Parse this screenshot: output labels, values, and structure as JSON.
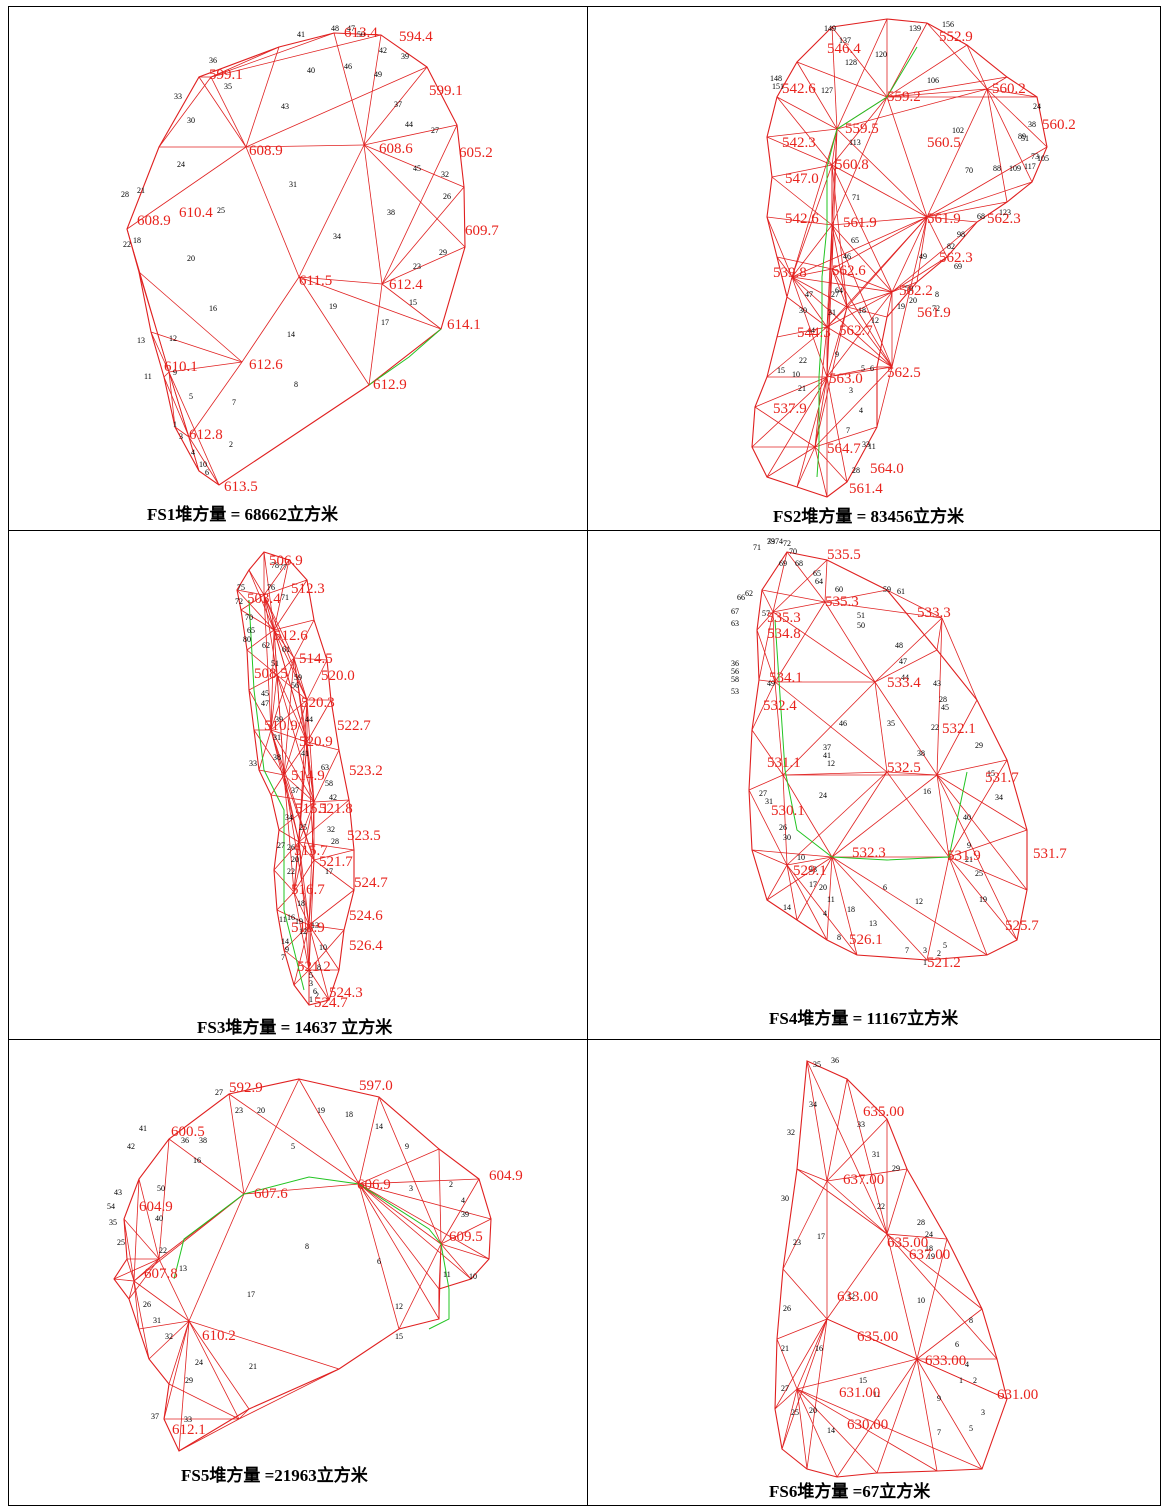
{
  "colors": {
    "triangulation": "#e02020",
    "contour": "#22c422",
    "elevation_text": "#e8231d",
    "label_text": "#000000"
  },
  "panels": [
    {
      "id": "FS1",
      "caption": "FS1堆方量 = 68662立方米",
      "elevations": [
        "613.4",
        "594.4",
        "599.1",
        "599.1",
        "608.9",
        "608.6",
        "605.2",
        "610.4",
        "608.9",
        "609.7",
        "611.5",
        "612.4",
        "614.1",
        "610.1",
        "612.6",
        "612.9",
        "612.8",
        "613.5"
      ],
      "labels": [
        "41",
        "48",
        "47",
        "50",
        "42",
        "36",
        "35",
        "40",
        "46",
        "49",
        "39",
        "33",
        "30",
        "43",
        "37",
        "44",
        "27",
        "24",
        "31",
        "45",
        "32",
        "28",
        "21",
        "25",
        "38",
        "26",
        "22",
        "18",
        "20",
        "34",
        "29",
        "23",
        "15",
        "16",
        "19",
        "17",
        "13",
        "12",
        "14",
        "11",
        "9",
        "8",
        "5",
        "7",
        "1",
        "3",
        "2",
        "4",
        "10",
        "6"
      ]
    },
    {
      "id": "FS2",
      "caption": "FS2堆方量 = 83456立方米",
      "elevations": [
        "552.9",
        "546.4",
        "559.2",
        "560.2",
        "542.6",
        "559.5",
        "560.5",
        "542.3",
        "560.2",
        "560.8",
        "547.0",
        "561.9",
        "562.3",
        "542.6",
        "561.9",
        "562.3",
        "562.6",
        "539.8",
        "562.2",
        "561.9",
        "562.7",
        "544.3",
        "562.5",
        "563.0",
        "537.9",
        "564.7",
        "564.0",
        "561.4"
      ],
      "labels": [
        "139",
        "156",
        "149",
        "137",
        "120",
        "106",
        "128",
        "148",
        "151",
        "127",
        "113",
        "102",
        "89",
        "88",
        "70",
        "71",
        "65",
        "46",
        "64",
        "31",
        "18",
        "12",
        "9",
        "6",
        "5",
        "3",
        "4",
        "7",
        "11",
        "28",
        "27",
        "47",
        "30",
        "44",
        "22",
        "21",
        "10",
        "15",
        "24",
        "38",
        "51",
        "73",
        "117",
        "105",
        "109",
        "123",
        "68",
        "98",
        "82",
        "49",
        "72",
        "69",
        "8",
        "19",
        "20",
        "50",
        "33"
      ]
    },
    {
      "id": "FS3",
      "caption": "FS3堆方量 = 14637 立方米",
      "elevations": [
        "506.9",
        "512.3",
        "503.4",
        "512.6",
        "514.5",
        "520.0",
        "508.5",
        "520.3",
        "522.7",
        "510.9",
        "520.9",
        "523.2",
        "514.9",
        "515.1",
        "521.8",
        "523.5",
        "515.7",
        "521.7",
        "524.7",
        "516.7",
        "524.6",
        "518.9",
        "526.4",
        "521.2",
        "524.3",
        "524.7"
      ],
      "labels": [
        "78",
        "77",
        "75",
        "76",
        "71",
        "72",
        "70",
        "65",
        "80",
        "62",
        "61",
        "59",
        "51",
        "56",
        "45",
        "47",
        "44",
        "39",
        "31",
        "38",
        "33",
        "41",
        "63",
        "37",
        "58",
        "42",
        "34",
        "25",
        "32",
        "28",
        "27",
        "26",
        "20",
        "17",
        "22",
        "18",
        "16",
        "19",
        "13",
        "11",
        "12",
        "10",
        "14",
        "9",
        "7",
        "8",
        "5",
        "3",
        "6",
        "2",
        "1"
      ]
    },
    {
      "id": "FS4",
      "caption": "FS4堆方量 = 11167立方米",
      "elevations": [
        "535.5",
        "535.3",
        "533.3",
        "535.3",
        "534.8",
        "534.1",
        "533.4",
        "532.4",
        "532.1",
        "531.1",
        "532.5",
        "531.7",
        "530.1",
        "532.3",
        "531.9",
        "531.7",
        "529.1",
        "525.7",
        "526.1",
        "521.2"
      ],
      "labels": [
        "73",
        "74",
        "72",
        "71",
        "70",
        "69",
        "68",
        "65",
        "64",
        "60",
        "59",
        "61",
        "66",
        "62",
        "67",
        "63",
        "57",
        "50",
        "51",
        "48",
        "47",
        "44",
        "43",
        "36",
        "56",
        "58",
        "53",
        "49",
        "46",
        "35",
        "28",
        "45",
        "38",
        "22",
        "29",
        "37",
        "41",
        "12",
        "24",
        "16",
        "15",
        "34",
        "27",
        "31",
        "40",
        "9",
        "21",
        "25",
        "19",
        "12",
        "13",
        "7",
        "3",
        "2",
        "1",
        "5",
        "6",
        "18",
        "11",
        "4",
        "8",
        "14",
        "10",
        "17",
        "33",
        "20",
        "26",
        "30",
        "39"
      ]
    },
    {
      "id": "FS5",
      "caption": "FS5堆方量 =21963立方米",
      "elevations": [
        "592.9",
        "597.0",
        "600.5",
        "604.9",
        "606.9",
        "607.6",
        "604.9",
        "609.5",
        "607.8",
        "610.2",
        "612.1"
      ],
      "labels": [
        "27",
        "23",
        "20",
        "19",
        "18",
        "14",
        "9",
        "41",
        "42",
        "36",
        "38",
        "16",
        "5",
        "3",
        "2",
        "4",
        "39",
        "43",
        "54",
        "50",
        "40",
        "35",
        "25",
        "22",
        "13",
        "8",
        "6",
        "11",
        "10",
        "17",
        "26",
        "31",
        "32",
        "12",
        "15",
        "24",
        "29",
        "21",
        "37",
        "33"
      ]
    },
    {
      "id": "FS6",
      "caption": "FS6堆方量 =67立方米",
      "elevations": [
        "635.00",
        "637.00",
        "635.00",
        "637.00",
        "633.00",
        "635.00",
        "633.00",
        "631.00",
        "631.00",
        "630.00"
      ],
      "labels": [
        "35",
        "36",
        "34",
        "33",
        "32",
        "31",
        "29",
        "30",
        "22",
        "23",
        "17",
        "28",
        "24",
        "18",
        "19",
        "12",
        "10",
        "26",
        "16",
        "8",
        "6",
        "21",
        "4",
        "1",
        "2",
        "27",
        "15",
        "11",
        "9",
        "25",
        "20",
        "14",
        "7",
        "3",
        "5"
      ]
    }
  ]
}
